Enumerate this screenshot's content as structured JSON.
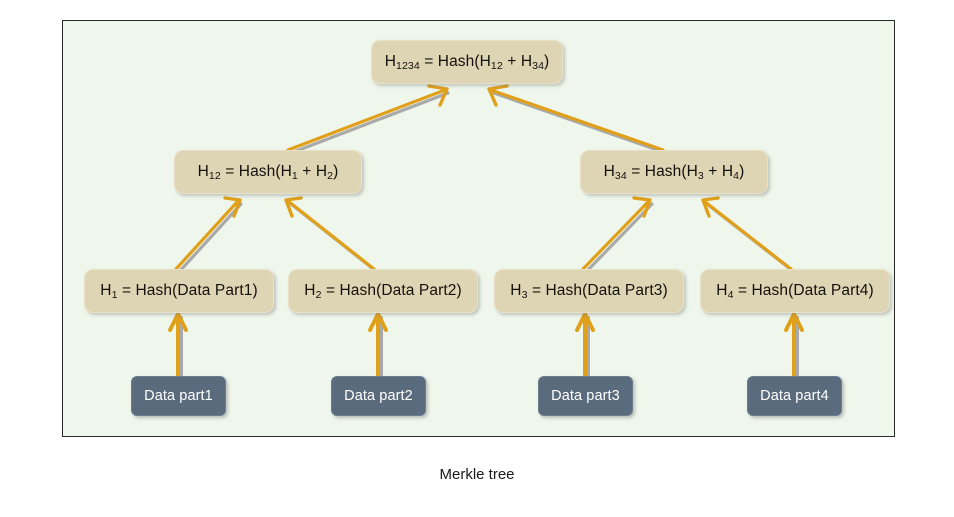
{
  "canvas": {
    "background_color": "#eff7ec",
    "border_color": "#2b2b2b",
    "page_background": "#ffffff"
  },
  "theme": {
    "hash_node_fill": "#ded5b5",
    "hash_node_border": "#e9e2c8",
    "data_node_fill": "#5a6b7d",
    "data_node_text": "#ffffff",
    "arrow_color": "#e8a317",
    "arrow_shadow_color": "#a9a9a9",
    "caption_color": "#1a1a1a"
  },
  "caption": "Merkle tree",
  "diagram": {
    "type": "merkle-tree",
    "levels": [
      {
        "level": "root",
        "nodes": [
          {
            "id": "h1234",
            "prefix": "H",
            "subscript": "1234",
            "formula": " = Hash(",
            "operand_a": "H",
            "operand_a_sub": "12",
            "plus": " + ",
            "operand_b": "H",
            "operand_b_sub": "34",
            "close": ")",
            "text": "H1234 = Hash(H12 + H34)"
          }
        ]
      },
      {
        "level": "internal",
        "nodes": [
          {
            "id": "h12",
            "prefix": "H",
            "subscript": "12",
            "formula": " = Hash(",
            "operand_a": "H",
            "operand_a_sub": "1",
            "plus": " + ",
            "operand_b": "H",
            "operand_b_sub": "2",
            "close": ")",
            "text": "H12 = Hash(H1 + H2)"
          },
          {
            "id": "h34",
            "prefix": "H",
            "subscript": "34",
            "formula": " = Hash(",
            "operand_a": "H",
            "operand_a_sub": "3",
            "plus": " + ",
            "operand_b": "H",
            "operand_b_sub": "4",
            "close": ")",
            "text": "H34 = Hash(H3 + H4)"
          }
        ]
      },
      {
        "level": "leaf-hash",
        "nodes": [
          {
            "id": "h1",
            "prefix": "H",
            "subscript": "1",
            "formula": " = Hash(Data Part1)",
            "text": "H1 = Hash(Data Part1)"
          },
          {
            "id": "h2",
            "prefix": "H",
            "subscript": "2",
            "formula": " = Hash(Data Part2)",
            "text": "H2 = Hash(Data Part2)"
          },
          {
            "id": "h3",
            "prefix": "H",
            "subscript": "3",
            "formula": " = Hash(Data Part3)",
            "text": "H3 = Hash(Data Part3)"
          },
          {
            "id": "h4",
            "prefix": "H",
            "subscript": "4",
            "formula": " = Hash(Data Part4)",
            "text": "H4 = Hash(Data Part4)"
          }
        ]
      },
      {
        "level": "data-block",
        "nodes": [
          {
            "id": "data1",
            "label": "Data part1"
          },
          {
            "id": "data2",
            "label": "Data part2"
          },
          {
            "id": "data3",
            "label": "Data part3"
          },
          {
            "id": "data4",
            "label": "Data part4"
          }
        ]
      }
    ],
    "edges": [
      {
        "from": "h12",
        "to": "h1234"
      },
      {
        "from": "h34",
        "to": "h1234"
      },
      {
        "from": "h1",
        "to": "h12"
      },
      {
        "from": "h2",
        "to": "h12"
      },
      {
        "from": "h3",
        "to": "h34"
      },
      {
        "from": "h4",
        "to": "h34"
      },
      {
        "from": "data1",
        "to": "h1"
      },
      {
        "from": "data2",
        "to": "h2"
      },
      {
        "from": "data3",
        "to": "h3"
      },
      {
        "from": "data4",
        "to": "h4"
      }
    ]
  }
}
